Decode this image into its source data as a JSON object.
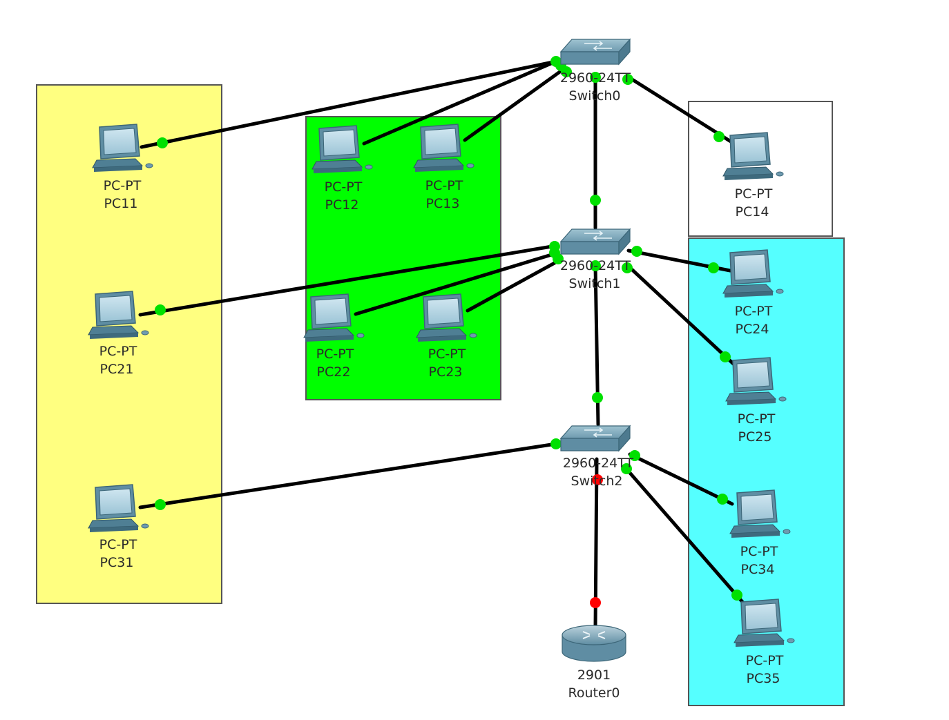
{
  "colors": {
    "zone_yellow": "#ffff80",
    "zone_green": "#00ff00",
    "zone_white": "#ffffff",
    "zone_cyan": "#55ffff",
    "link_up": "#00e000",
    "link_down": "#ff0000",
    "cable": "#000000"
  },
  "zones": [
    {
      "id": "zone-yellow",
      "color": "zone_yellow"
    },
    {
      "id": "zone-green",
      "color": "zone_green"
    },
    {
      "id": "zone-white",
      "color": "zone_white"
    },
    {
      "id": "zone-cyan",
      "color": "zone_cyan"
    }
  ],
  "devices": {
    "switch0": {
      "model": "2960-24TT",
      "name": "Switch0",
      "icon": "switch-icon"
    },
    "switch1": {
      "model": "2960-24TT",
      "name": "Switch1",
      "icon": "switch-icon"
    },
    "switch2": {
      "model": "2960-24TT",
      "name": "Switch2",
      "icon": "switch-icon"
    },
    "router0": {
      "model": "2901",
      "name": "Router0",
      "icon": "router-icon"
    },
    "pc11": {
      "model": "PC-PT",
      "name": "PC11",
      "icon": "pc-icon"
    },
    "pc12": {
      "model": "PC-PT",
      "name": "PC12",
      "icon": "pc-icon"
    },
    "pc13": {
      "model": "PC-PT",
      "name": "PC13",
      "icon": "pc-icon"
    },
    "pc14": {
      "model": "PC-PT",
      "name": "PC14",
      "icon": "pc-icon"
    },
    "pc21": {
      "model": "PC-PT",
      "name": "PC21",
      "icon": "pc-icon"
    },
    "pc22": {
      "model": "PC-PT",
      "name": "PC22",
      "icon": "pc-icon"
    },
    "pc23": {
      "model": "PC-PT",
      "name": "PC23",
      "icon": "pc-icon"
    },
    "pc24": {
      "model": "PC-PT",
      "name": "PC24",
      "icon": "pc-icon"
    },
    "pc25": {
      "model": "PC-PT",
      "name": "PC25",
      "icon": "pc-icon"
    },
    "pc31": {
      "model": "PC-PT",
      "name": "PC31",
      "icon": "pc-icon"
    },
    "pc34": {
      "model": "PC-PT",
      "name": "PC34",
      "icon": "pc-icon"
    },
    "pc35": {
      "model": "PC-PT",
      "name": "PC35",
      "icon": "pc-icon"
    }
  },
  "links": [
    {
      "from": "switch0",
      "to": "pc11",
      "status": [
        "up",
        "up"
      ]
    },
    {
      "from": "switch0",
      "to": "pc12",
      "status": [
        "up",
        "up"
      ]
    },
    {
      "from": "switch0",
      "to": "pc13",
      "status": [
        "up",
        "up"
      ]
    },
    {
      "from": "switch0",
      "to": "pc14",
      "status": [
        "up",
        "up"
      ]
    },
    {
      "from": "switch0",
      "to": "switch1",
      "status": [
        "up",
        "up"
      ]
    },
    {
      "from": "switch1",
      "to": "pc21",
      "status": [
        "up",
        "up"
      ]
    },
    {
      "from": "switch1",
      "to": "pc22",
      "status": [
        "up",
        "up"
      ]
    },
    {
      "from": "switch1",
      "to": "pc23",
      "status": [
        "up",
        "up"
      ]
    },
    {
      "from": "switch1",
      "to": "pc24",
      "status": [
        "up",
        "up"
      ]
    },
    {
      "from": "switch1",
      "to": "pc25",
      "status": [
        "up",
        "up"
      ]
    },
    {
      "from": "switch1",
      "to": "switch2",
      "status": [
        "up",
        "up"
      ]
    },
    {
      "from": "switch2",
      "to": "pc31",
      "status": [
        "up",
        "up"
      ]
    },
    {
      "from": "switch2",
      "to": "pc34",
      "status": [
        "up",
        "up"
      ]
    },
    {
      "from": "switch2",
      "to": "pc35",
      "status": [
        "up",
        "up"
      ]
    },
    {
      "from": "switch2",
      "to": "router0",
      "status": [
        "down",
        "down"
      ]
    }
  ]
}
